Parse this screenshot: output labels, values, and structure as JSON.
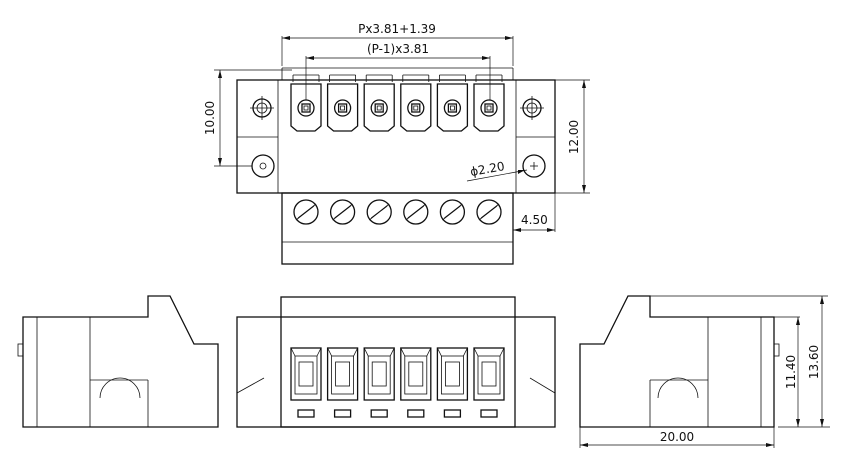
{
  "dimensions": {
    "overall_width": "Px3.81+1.39",
    "pitch_span": "(P-1)x3.81",
    "height_left": "10.00",
    "height_right": "12.00",
    "hole_diameter": "ϕ2.20",
    "edge_offset": "4.50",
    "side_height_inner": "11.40",
    "side_height_outer": "13.60",
    "side_depth": "20.00"
  },
  "pin_count": 6,
  "colors": {
    "line": "#111111",
    "background": "#ffffff"
  }
}
